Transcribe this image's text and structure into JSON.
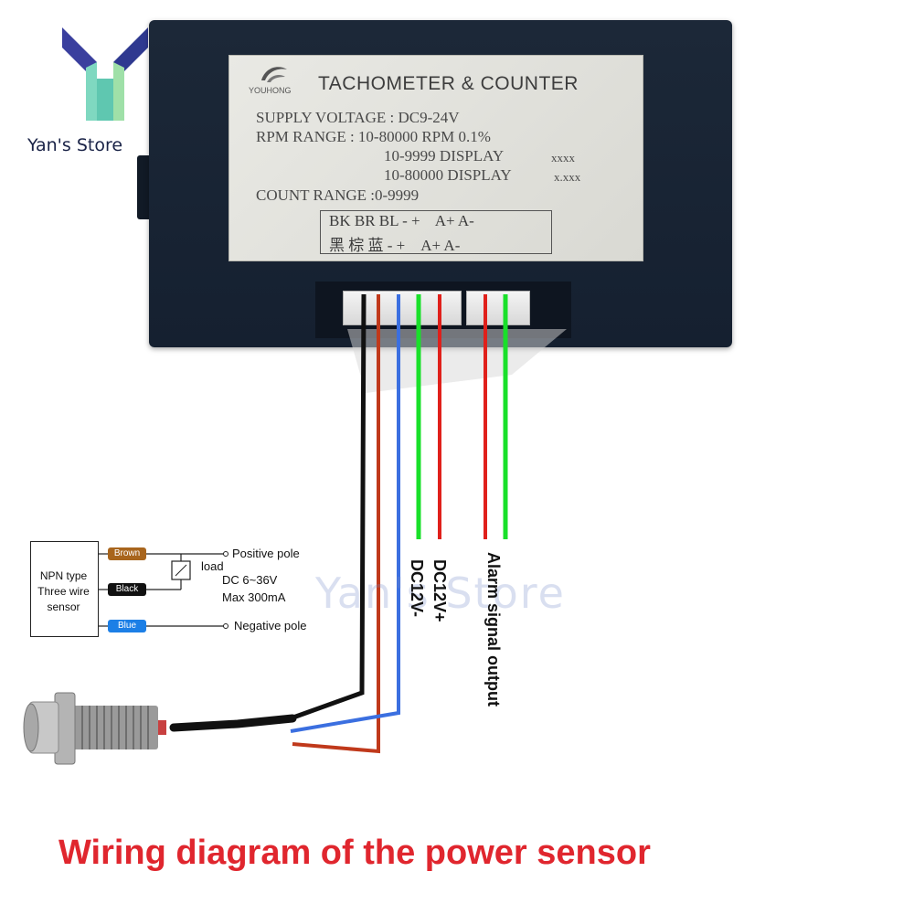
{
  "logo": {
    "text": "Yan's Store"
  },
  "device": {
    "brand": "YOUHONG",
    "title": "TACHOMETER & COUNTER",
    "supply": "SUPPLY VOLTAGE : DC9-24V",
    "rpm_range": "RPM RANGE : 10-80000 RPM 0.1%",
    "display1_range": "10-9999 DISPLAY",
    "display1_format": "xxxx",
    "display2_range": "10-80000 DISPLAY",
    "display2_format": "x.xxx",
    "count_range": "COUNT RANGE :0-9999",
    "terminals_en": "BK BR BL - +    A+ A-",
    "terminals_cn": "黑 棕 蓝 - +    A+ A-"
  },
  "sensor": {
    "line1": "NPN type",
    "line2": "Three wire",
    "line3": "sensor",
    "brown": "Brown",
    "black": "Black",
    "blue": "Blue",
    "positive": "Positive pole",
    "negative": "Negative pole",
    "load": "load",
    "dc_range": "DC 6~36V",
    "max_current": "Max 300mA"
  },
  "wire_labels": {
    "dc_minus": "DC12V-",
    "dc_plus": "DC12V+",
    "alarm": "Alarm signal output"
  },
  "watermark": "Yan's Store",
  "caption": "Wiring diagram of the power sensor",
  "colors": {
    "black_wire": "#111111",
    "brown_wire": "#c0391b",
    "blue_wire": "#3b6fe0",
    "green_wire": "#19e02a",
    "red_wire": "#e0201b",
    "brown_pill": "#a8651d",
    "black_pill": "#111111",
    "blue_pill": "#1c7fe6",
    "caption": "#e0262e"
  }
}
